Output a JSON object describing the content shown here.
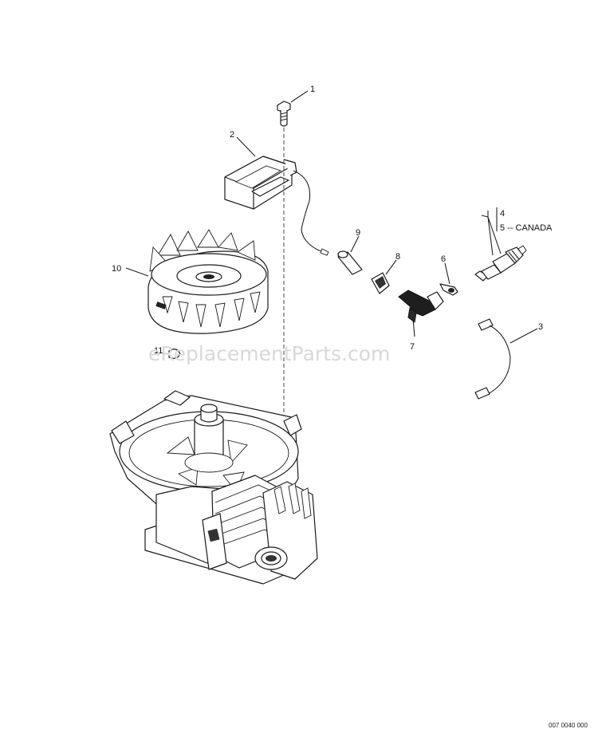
{
  "callouts": [
    {
      "id": "1",
      "text": "1"
    },
    {
      "id": "2",
      "text": "2"
    },
    {
      "id": "3",
      "text": "3"
    },
    {
      "id": "4",
      "text": "4"
    },
    {
      "id": "5",
      "text": "5 -- CANADA"
    },
    {
      "id": "6",
      "text": "6"
    },
    {
      "id": "7",
      "text": "7"
    },
    {
      "id": "8",
      "text": "8"
    },
    {
      "id": "9",
      "text": "9"
    },
    {
      "id": "10",
      "text": "10"
    },
    {
      "id": "11",
      "text": "11"
    }
  ],
  "watermark": "eReplacementParts.com",
  "diagram_code": "007 0040 000"
}
